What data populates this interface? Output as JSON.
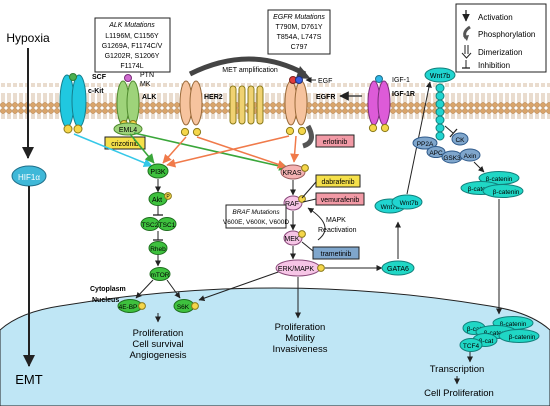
{
  "left": {
    "hypoxia": "Hypoxia",
    "hif": "HIF1α",
    "emt": "EMT"
  },
  "legend": {
    "activation": "Activation",
    "phosphorylation": "Phosphorylation",
    "dimerization": "Dimerization",
    "inhibition": "Inhibition"
  },
  "alk_box": {
    "title": "ALK Mutations",
    "lines": [
      "L1196M, C1156Y",
      "G1269A, F1174C/V",
      "G1202R, S1206Y",
      "F1174L"
    ]
  },
  "egfr_box": {
    "title": "EGFR Mutations",
    "lines": [
      "T790M, D761Y",
      "T854A, L747S",
      "C797"
    ]
  },
  "braf_box": {
    "title": "BRAF Mutations",
    "lines": [
      "V600E, V600K, V600D"
    ]
  },
  "receptors": {
    "scf": "SCF",
    "ckit": "c-Kit",
    "ptn": "PTN",
    "mk": "MK",
    "alk": "ALK",
    "eml4": "EML4",
    "her2": "HER2",
    "met_amp": "MET amplification",
    "egf": "EGF",
    "egfr": "EGFR",
    "igf1": "IGF-1",
    "igf1r": "IGF-1R",
    "wnt7b_top": "Wnt7b"
  },
  "drugs": {
    "crizotinib": "crizotinib",
    "erlotinib": "erlotinib",
    "dabrafenib": "dabrafenib",
    "vemurafenib": "vemurafenib",
    "trametinib": "trametinib"
  },
  "pathway": {
    "pi3k": "PI3K",
    "akt": "Akt",
    "tsc2": "TSC2",
    "tsc1": "TSC1",
    "rheb": "Rheb",
    "mtor": "mTOR",
    "ebp": "4E-BP",
    "s6k": "S6K",
    "kras": "KRAS",
    "raf": "RAF",
    "mek": "MEK",
    "erk": "ERK/MAPK",
    "gata6": "GATA6",
    "mapk_reactivation": "MAPK Reactivation",
    "p": "P"
  },
  "wnt": {
    "wnt7b_a": "Wnt7b",
    "wnt7b_b": "Wnt7b",
    "pp2a": "PP2A",
    "apc": "APC",
    "ck": "CK",
    "gsk3": "GSK3",
    "axin": "Axin",
    "bcat": "β-catenin",
    "bcat_short": "β-cat",
    "tcf4": "TCF4"
  },
  "labels": {
    "cytoplasm": "Cytoplasm",
    "nucleus": "Nucleus",
    "out1": [
      "Proliferation",
      "Cell survival",
      "Angiogenesis"
    ],
    "out2": [
      "Proliferation",
      "Motility",
      "Invasiveness"
    ],
    "transcription": "Transcription",
    "cell_prolif": "Cell Proliferation"
  },
  "colors": {
    "membrane_head": "#d9a46a",
    "nucleus": "#bfe6f5",
    "green_node": "#3ec13e",
    "drug_fill": "#f5e04a",
    "erlotinib_fill": "#f29aa6",
    "kras_fill": "#f5b3b3",
    "pink_node": "#f6c5e6",
    "cyan": "#20d5d0",
    "teal_node": "#20d7c5",
    "blue_gray": "#7fa6cc"
  }
}
